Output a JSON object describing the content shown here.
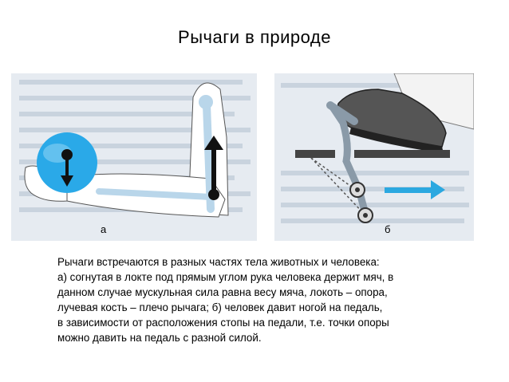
{
  "slide": {
    "title": "Рычаги  в  природе",
    "figures": [
      {
        "caption": "а"
      },
      {
        "caption": "б"
      }
    ],
    "body_lines": [
      "Рычаги встречаются в разных частях тела животных и человека:",
      "а) согнутая в локте под прямым углом рука человека держит мяч, в",
      "данном случае мускульная сила равна весу мяча, локоть – опора,",
      "лучевая кость – плечо рычага; б) человек давит ногой на педаль,",
      "в зависимости от расположения стопы на педали, т.е. точки опоры",
      "можно давить на педаль с разной силой."
    ]
  },
  "colors": {
    "ball": "#2aa9e8",
    "bone": "#b9d6ea",
    "arrow_dark": "#111111",
    "arrow_blue": "#2ba8e0",
    "pedal": "#8a9aa8",
    "scan_bg": "#dfe6ee"
  }
}
